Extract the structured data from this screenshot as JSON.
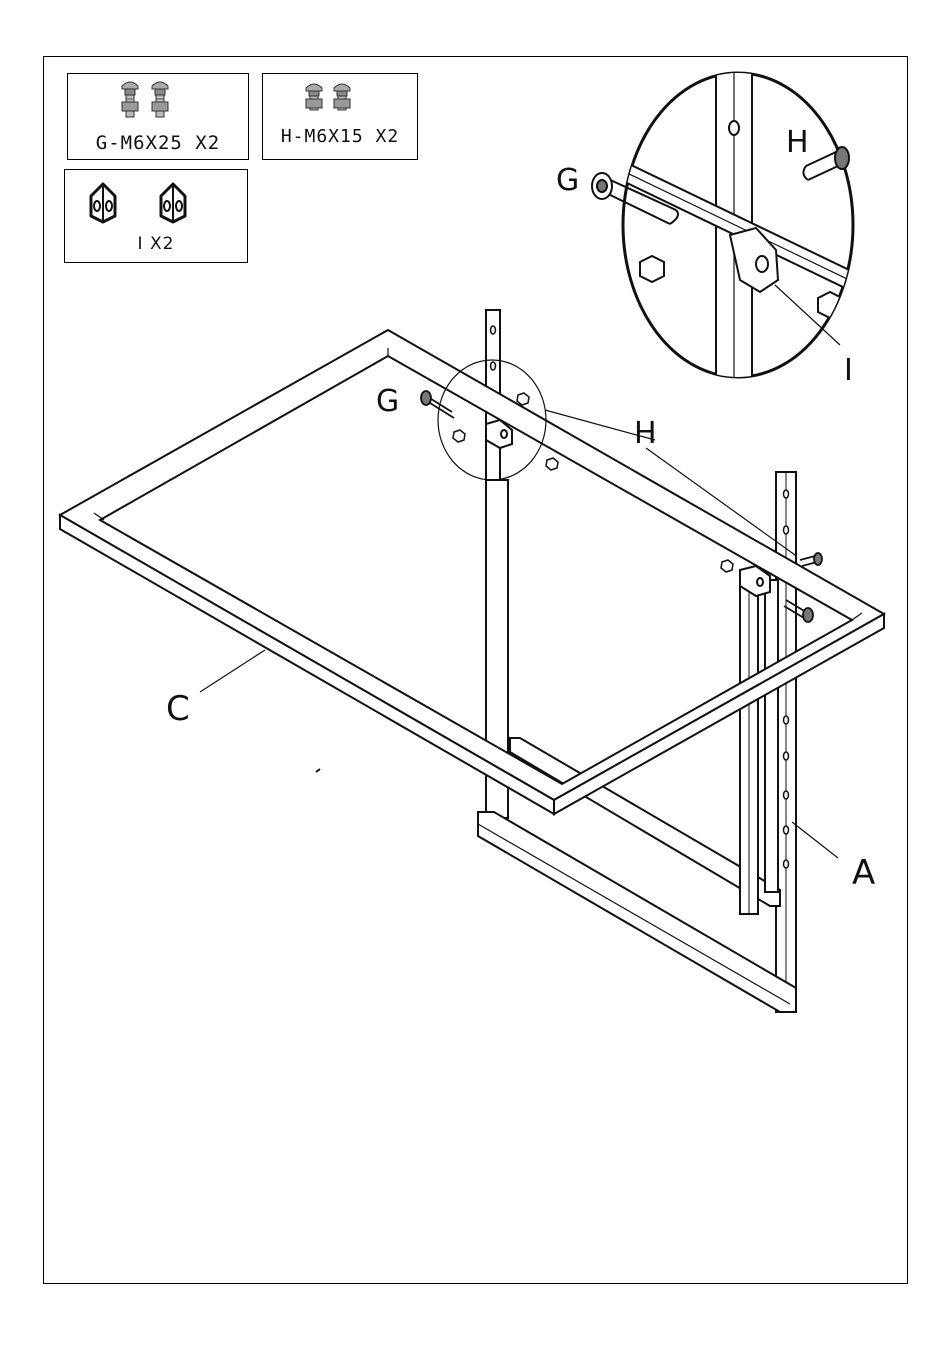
{
  "parts": {
    "g": {
      "label": "G-M6X25 X2",
      "icon": "carriage-bolt-icon"
    },
    "h": {
      "label": "H-M6X15 X2",
      "icon": "carriage-bolt-icon"
    },
    "i": {
      "label": "I X2",
      "icon": "angle-bracket-icon"
    }
  },
  "callouts": {
    "g": "G",
    "h": "H",
    "i": "I",
    "c": "C",
    "a": "A"
  },
  "colors": {
    "line": "#111111",
    "fill": "#ffffff",
    "bolt": "#9a9a9a"
  }
}
